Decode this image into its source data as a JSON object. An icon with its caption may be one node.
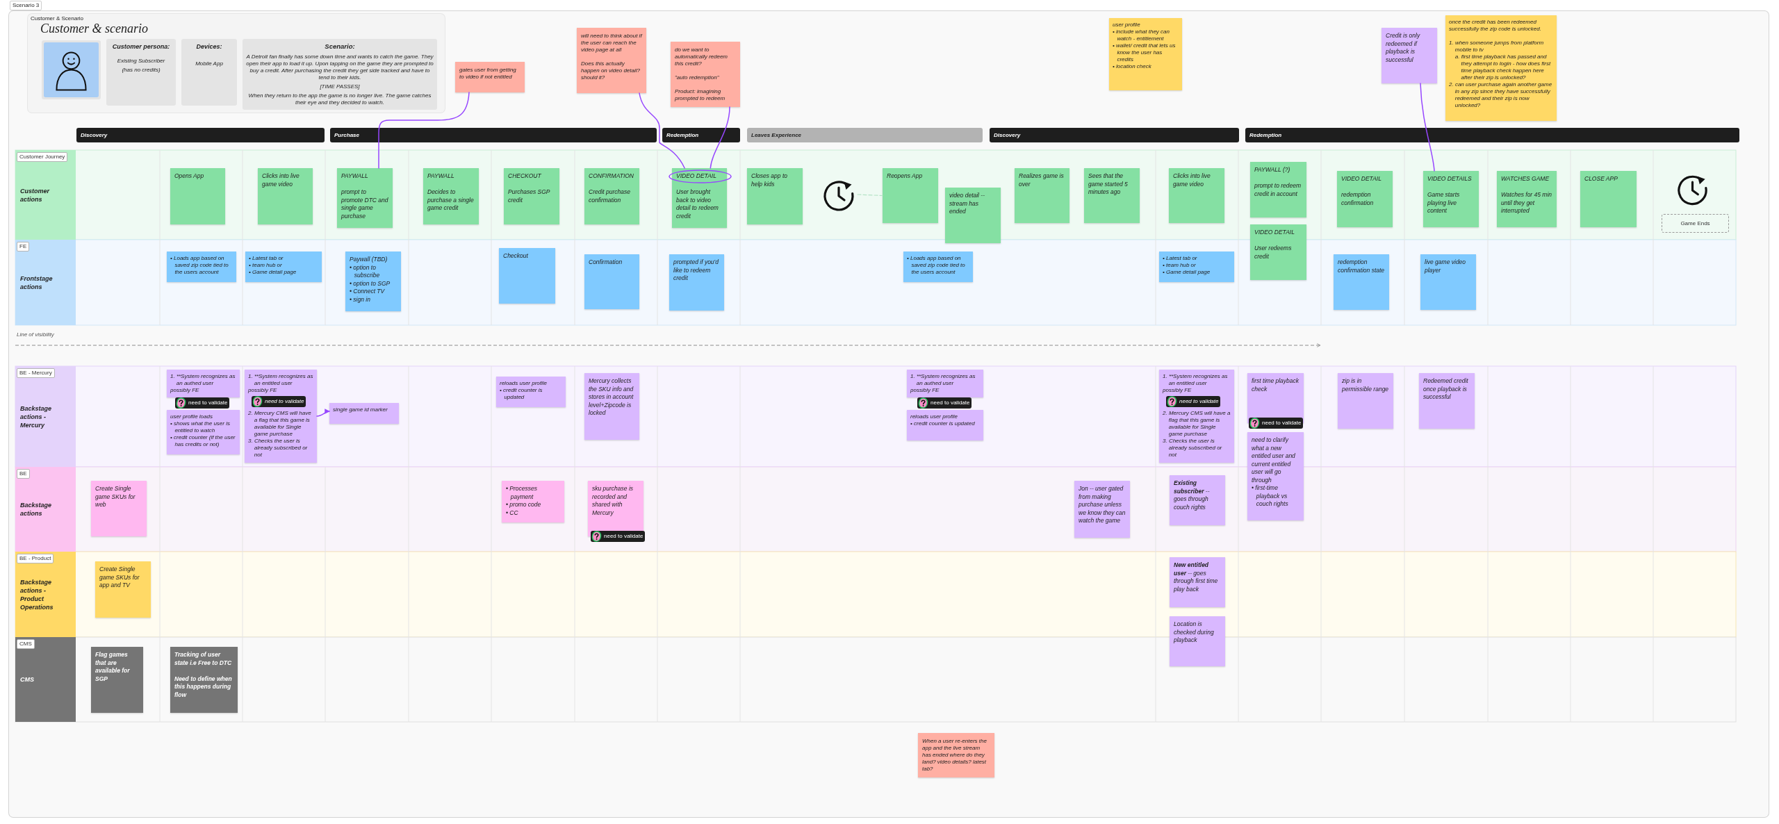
{
  "diagram": {
    "nodes": [
      {
        "text": [
          "Scenario 3"
        ]
      },
      {
        "text": [
          "Customer & Scenario",
          "Customer & scenario"
        ],
        "in": 0
      },
      {
        "text": [],
        "shape": "person",
        "in": 1
      },
      {
        "text": [
          "Customer persona:",
          "Existing Subscriber",
          "(has no credits)"
        ],
        "in": 1
      },
      {
        "text": [
          "Devices:",
          "Mobile App"
        ],
        "in": 1
      },
      {
        "text": [
          "Scenario:",
          "A Detroit fan finally has some down time and wants to catch the game. They open their app to load it up. Upon tapping on the game they are prompted to buy a credit. After purchasing the credit they get side tracked and have to tend to their kids.",
          "[TIME PASSES]",
          "When they return to the app the game is no longer live. The game catches their eye and they decided to watch."
        ],
        "in": 1
      },
      {
        "text": [
          "gates user from getting to video if not entitled"
        ],
        "in": 0
      },
      {
        "text": [
          "will need to think about if the user can reach the video page at all",
          "Does this actually happen on video detail? should it?"
        ],
        "in": 0
      },
      {
        "text": [
          "do we want to automatically redeem this credit?",
          "\"auto redemption\"",
          "Product: imagining prompted to redeem"
        ],
        "in": 0
      },
      {
        "text": [
          "user profile",
          "• include what they can watch - entitlement",
          "• wallet/ credit that lets us know the user has credits",
          "• location check"
        ],
        "in": 0
      },
      {
        "text": [
          "Credit is only redeemed if playback is successful"
        ],
        "in": 0
      },
      {
        "text": [
          "once the credit has been redeemed successfully the zip code is unlocked.",
          "1. when someone jumps from platform mobile to tv",
          "a. first time playback has passed and they attempt to login - how does first time playback check happen here after their zip is unlocked?",
          "2. can user purchase again another game in any zip since they have successfully redeemed and their zip is now unlocked?"
        ],
        "in": 0
      },
      {
        "text": [
          "Discovery"
        ],
        "in": 0
      },
      {
        "text": [
          "Purchase"
        ],
        "in": 0
      },
      {
        "text": [
          "Redemption"
        ],
        "in": 0
      },
      {
        "text": [
          "Leaves Experience"
        ],
        "in": 0
      },
      {
        "text": [
          "Discovery"
        ],
        "in": 0
      },
      {
        "text": [
          "Redemption"
        ],
        "in": 0
      },
      {
        "text": [
          "Customer actions"
        ],
        "in": 0
      },
      {
        "text": [
          "Customer Journey"
        ],
        "in": 18
      },
      {
        "text": [
          "Opens App"
        ],
        "in": 0
      },
      {
        "text": [
          "Clicks into live game video"
        ],
        "in": 0
      },
      {
        "text": [
          "PAYWALL",
          "prompt to promote DTC and single game purchase"
        ],
        "in": 0
      },
      {
        "text": [
          "PAYWALL",
          "Decides to purchase a single game credit"
        ],
        "in": 0
      },
      {
        "text": [
          "CHECKOUT",
          "Purchases SGP credit"
        ],
        "in": 0
      },
      {
        "text": [
          "CONFIRMATION",
          "Credit purchase confirmation"
        ],
        "in": 0
      },
      {
        "text": [
          "VIDEO DETAIL",
          "User brought back to video detail to redeem credit"
        ],
        "in": 0
      },
      {
        "text": [
          "Closes app to help kids"
        ],
        "in": 0
      },
      {
        "text": [],
        "shape": "picture",
        "in": 0
      },
      {
        "text": [
          "Reopens App"
        ],
        "in": 0
      },
      {
        "text": [
          "video detail -- stream has ended"
        ],
        "in": 0
      },
      {
        "text": [
          "Realizes game is over"
        ],
        "in": 0
      },
      {
        "text": [
          "Sees that the game started 5 minutes ago"
        ],
        "in": 0
      },
      {
        "text": [
          "Clicks into live game video"
        ],
        "in": 0
      },
      {
        "text": [
          "PAYWALL (?)",
          "prompt to redeem credit in account"
        ],
        "in": 0
      },
      {
        "text": [
          "VIDEO DETAIL",
          "User redeems credit"
        ],
        "in": 0
      },
      {
        "text": [
          "VIDEO DETAIL",
          "redemption confirmation"
        ],
        "in": 0
      },
      {
        "text": [
          "VIDEO DETAILS",
          "Game starts playing live content"
        ],
        "in": 0
      },
      {
        "text": [
          "WATCHES GAME",
          "Watches for 45 min until they get interrupted"
        ],
        "in": 0
      },
      {
        "text": [
          "CLOSE APP"
        ],
        "in": 0
      },
      {
        "text": [
          "Game Ends"
        ],
        "in": 0
      },
      {
        "text": [
          "Frontstage actions"
        ],
        "in": 0
      },
      {
        "text": [
          "FE"
        ],
        "in": 41
      },
      {
        "text": [
          "• Loads app based on saved zip code tied to the users account"
        ],
        "in": 0
      },
      {
        "text": [
          "• Latest tab or",
          "• team hub or",
          "• Game detail page"
        ],
        "in": 0
      },
      {
        "text": [
          "Paywall (TBD)",
          "• option to subscribe",
          "• option to SGP",
          "• Connect TV",
          "• sign in"
        ],
        "in": 0
      },
      {
        "text": [
          "Checkout"
        ],
        "in": 0
      },
      {
        "text": [
          "Confirmation"
        ],
        "in": 0
      },
      {
        "text": [
          "prompted if you'd like to redeem credit"
        ],
        "in": 0
      },
      {
        "text": [
          "• Loads app based on saved zip code tied to the users account"
        ],
        "in": 0
      },
      {
        "text": [
          "• Latest tab or",
          "• team hub or",
          "• Game detail page"
        ],
        "in": 0
      },
      {
        "text": [
          "redemption confirmation state"
        ],
        "in": 0
      },
      {
        "text": [
          "live game video player"
        ],
        "in": 0
      },
      {
        "text": [
          "Backstage actions - Mercury"
        ],
        "in": 0
      },
      {
        "text": [
          "BE - Mercury"
        ],
        "in": 53
      },
      {
        "text": [
          "1. **System recognizes as an authed user",
          "possibly FE"
        ],
        "in": 0
      },
      {
        "text": [
          "need to validate"
        ],
        "in": 0
      },
      {
        "text": [
          "user profile loads",
          "• shows what the user is entitled to watch",
          "• credit counter (if the user has credits or not)"
        ],
        "in": 0
      },
      {
        "text": [
          "1. **System recognizes as an entitled user",
          "possibly FE",
          "2. Mercury CMS will have a flag that this game is available for Single game purchase",
          "3. Checks the user is already subscribed or not"
        ],
        "in": 0
      },
      {
        "text": [
          "need to validate"
        ],
        "in": 58
      },
      {
        "text": [
          "single game id marker"
        ],
        "in": 0
      },
      {
        "text": [
          "reloads user profile",
          "• credit counter is updated"
        ],
        "in": 0
      },
      {
        "text": [
          "Mercury collects the SKU info and stores in account level+Zipcode is locked"
        ],
        "in": 0
      },
      {
        "text": [
          "1. **System recognizes as an authed user",
          "possibly FE"
        ],
        "in": 0
      },
      {
        "text": [
          "need to validate"
        ],
        "in": 0
      },
      {
        "text": [
          "reloads user profile",
          "• credit counter is updated"
        ],
        "in": 0
      },
      {
        "text": [
          "1. **System recognizes as an entitled user",
          "possibly FE",
          "2. Mercury CMS will have a flag that this game is available for Single game purchase",
          "3. Checks the user is already subscribed or not"
        ],
        "in": 0
      },
      {
        "text": [
          "need to validate"
        ],
        "in": 66
      },
      {
        "text": [
          "first time playback check"
        ],
        "in": 0
      },
      {
        "text": [
          "need to validate"
        ],
        "in": 0
      },
      {
        "text": [
          "need to clarify what a new entitled user and current entitled user will go through",
          "• first-time playback vs couch rights"
        ],
        "in": 0
      },
      {
        "text": [
          "zip is in permissible range"
        ],
        "in": 0
      },
      {
        "text": [
          "Redeemed credit once playback is successful"
        ],
        "in": 0
      },
      {
        "text": [
          "Backstage actions"
        ],
        "in": 0
      },
      {
        "text": [
          "BE"
        ],
        "in": 73
      },
      {
        "text": [
          "Create Single game SKUs for web"
        ],
        "in": 0
      },
      {
        "text": [
          "• Processes payment",
          "• promo code",
          "• CC"
        ],
        "in": 0
      },
      {
        "text": [
          "sku purchase is recorded and shared with Mercury"
        ],
        "in": 0
      },
      {
        "text": [
          "need to validate"
        ],
        "in": 0
      },
      {
        "text": [
          "Jon -- user gated from making purchase unless we know they can watch the game"
        ],
        "in": 0
      },
      {
        "text": [
          "**Existing subscriber** -- goes through couch rights"
        ],
        "in": 0
      },
      {
        "text": [
          "Backstage actions - Product Operations"
        ],
        "in": 0
      },
      {
        "text": [
          "BE - Product"
        ],
        "in": 81
      },
      {
        "text": [
          "Create Single game SKUs for app and TV"
        ],
        "in": 0
      },
      {
        "text": [
          "**New entitled user** -- goes through first time play back"
        ],
        "in": 0
      },
      {
        "text": [
          "Location is checked during playback"
        ],
        "in": 0
      },
      {
        "text": [
          "CMS"
        ],
        "in": 0
      },
      {
        "text": [
          "CMS"
        ],
        "in": 86
      },
      {
        "text": [
          "Flag games that are available for SGP"
        ],
        "in": 0
      },
      {
        "text": [
          "Tracking of user state i.e Free to DTC",
          "Need to define when this happens during flow"
        ],
        "in": 0
      },
      {
        "text": [
          "When a user re-enters the app and the live stream has ended where do they land? video details? latest tab?"
        ],
        "in": 0
      }
    ],
    "edges": [
      {
        "from": 6,
        "to": 22,
        "arrow": "none"
      },
      {
        "from": 7,
        "to": 26,
        "arrow": "none"
      },
      {
        "from": 8,
        "to": 26,
        "arrow": "none"
      },
      {
        "from": 10,
        "to": 37,
        "arrow": "none"
      },
      {
        "from": 58,
        "to": 60,
        "arrow": "to"
      },
      {
        "from": 28,
        "to": 29,
        "arrow": "none",
        "style": "dashed",
        "color": "#b5e3c6"
      }
    ],
    "labels": [
      "Line of visibility"
    ]
  }
}
